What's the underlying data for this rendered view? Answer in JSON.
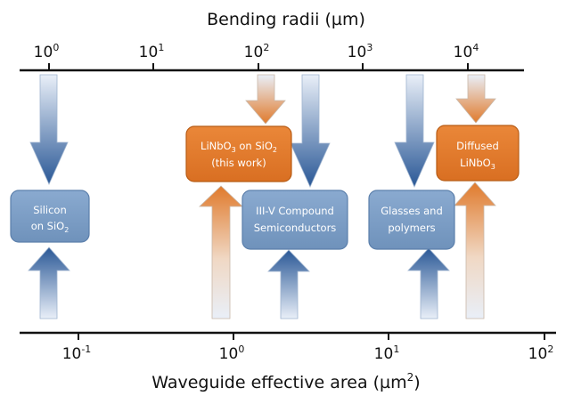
{
  "top_axis": {
    "title": "Bending radii (µm)",
    "ticks": [
      {
        "base": "10",
        "exp": "0"
      },
      {
        "base": "10",
        "exp": "1"
      },
      {
        "base": "10",
        "exp": "2"
      },
      {
        "base": "10",
        "exp": "3"
      },
      {
        "base": "10",
        "exp": "4"
      }
    ]
  },
  "bottom_axis": {
    "title_main": "Waveguide effective area (µm",
    "title_sup": "2",
    "title_end": ")",
    "ticks": [
      {
        "base": "10",
        "exp": "-1"
      },
      {
        "base": "10",
        "exp": "0"
      },
      {
        "base": "10",
        "exp": "1"
      },
      {
        "base": "10",
        "exp": "2"
      }
    ]
  },
  "boxes": {
    "silicon": {
      "line1": "Silicon",
      "line2_main": "on SiO",
      "line2_sub": "2"
    },
    "linbo3_sio2": {
      "line1_a": "LiNbO",
      "line1_sub1": "3",
      "line1_b": " on SiO",
      "line1_sub2": "2",
      "line2": "(this work)"
    },
    "iiiv": {
      "line1": "III-V Compound",
      "line2": "Semiconductors"
    },
    "glasses": {
      "line1": "Glasses and",
      "line2": "polymers"
    },
    "diffused": {
      "line1": "Diffused",
      "line2_main": "LiNbO",
      "line2_sub": "3"
    }
  },
  "colors": {
    "blue_box": "#7b9ec4",
    "orange_box": "#e07a2c",
    "arrow_dark": "#2f5d96",
    "arrow_light": "#e8eef7"
  }
}
